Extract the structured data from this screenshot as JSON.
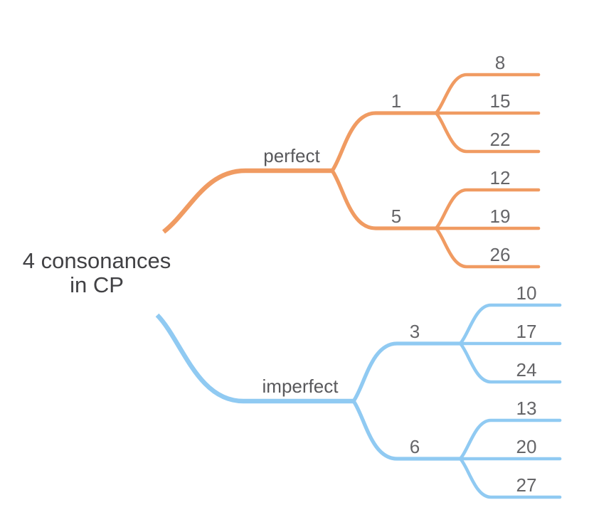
{
  "diagram": {
    "root": {
      "line1": "4 consonances",
      "line2": "in CP"
    },
    "colors": {
      "perfect_branch": "#F09B62",
      "imperfect_branch": "#90CAF2",
      "root_text": "#414144",
      "branch_text": "#58585B",
      "number_text": "#656568",
      "background": "#FFFFFF"
    },
    "perfect": {
      "label": "perfect",
      "children": [
        {
          "label": "1",
          "leaves": [
            "8",
            "15",
            "22"
          ]
        },
        {
          "label": "5",
          "leaves": [
            "12",
            "19",
            "26"
          ]
        }
      ]
    },
    "imperfect": {
      "label": "imperfect",
      "children": [
        {
          "label": "3",
          "leaves": [
            "10",
            "17",
            "24"
          ]
        },
        {
          "label": "6",
          "leaves": [
            "13",
            "20",
            "27"
          ]
        }
      ]
    }
  }
}
